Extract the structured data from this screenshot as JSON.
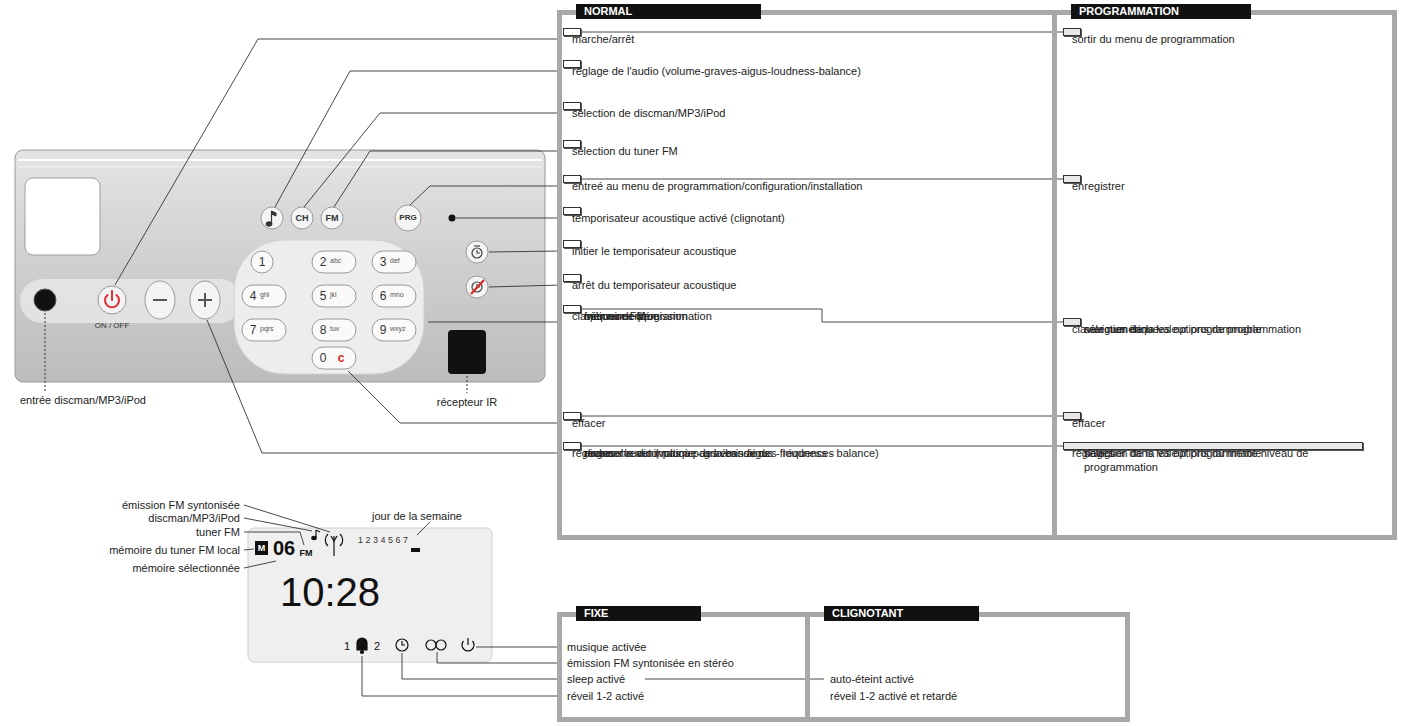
{
  "diagram": {
    "nodes": [
      {
        "text": [
          "NORMAL"
        ]
      },
      {
        "text": [
          "marche/arrêt"
        ],
        "in": 0
      },
      {
        "text": [
          "réglage de l'audio (volume-graves-aigus-loudness-balance)"
        ],
        "in": 0
      },
      {
        "text": [
          "sélection de discman/MP3/iPod"
        ],
        "in": 0
      },
      {
        "text": [
          "sélection du tuner FM"
        ],
        "in": 0
      },
      {
        "text": [
          "entreé au menu de programmation/configuration/installation"
        ],
        "in": 0
      },
      {
        "text": [
          "temporisateur acoustique activé (clignotant)"
        ],
        "in": 0
      },
      {
        "text": [
          "initier le temporisateur acoustique"
        ],
        "in": 0
      },
      {
        "text": [
          "arrêt du temporisateur acoustique"
        ],
        "in": 0
      },
      {
        "text": [
          "clavier numérique",
          "fréquence d'émission",
          "mémoire FM",
          "options de programmation"
        ],
        "in": 0
      },
      {
        "text": [
          "effacer"
        ],
        "in": 0
      },
      {
        "text": [
          "réglages",
          "niveaux audio (volume - graves - aigus - loudness - balance)",
          "recherche automatique des émissions",
          "avancer/revenir pas à pas la bande des fréquences"
        ],
        "in": 0
      },
      {
        "text": [
          "PROGRAMMATION"
        ]
      },
      {
        "text": [
          "sortir du menu de programmation"
        ],
        "in": 12
      },
      {
        "text": [
          "enregistrer"
        ],
        "in": 12
      },
      {
        "text": [
          "clavier numérique",
          "sélection de la valeur programmable",
          "naviguer dans les options de programmation"
        ],
        "in": 12
      },
      {
        "text": [
          "effacer"
        ],
        "in": 12
      },
      {
        "text": [
          "réglages",
          "selection de la valeur programmable",
          "naviguer dans les options du même niveau de programmation"
        ],
        "in": 12
      },
      {
        "text": [
          "FIXE",
          "musique activée",
          "émission FM syntonisée en stéréo",
          "sleep activé",
          "réveil 1-2 activé"
        ]
      },
      {
        "text": [
          "CLIGNOTANT",
          "auto-éteint activé",
          "réveil 1-2 activé et retardé"
        ]
      }
    ],
    "edges": [
      {
        "from": 1,
        "to": 13,
        "arrow": "none"
      },
      {
        "from": 5,
        "to": 14,
        "arrow": "none"
      },
      {
        "from": 9,
        "to": 15,
        "arrow": "none"
      },
      {
        "from": 10,
        "to": 16,
        "arrow": "none"
      },
      {
        "from": 11,
        "to": 17,
        "arrow": "none"
      }
    ],
    "labels": [
      "CH",
      "FM",
      "PRG",
      "1",
      "2",
      "abc",
      "3",
      "def",
      "4",
      "ghi",
      "5",
      "jkl",
      "6",
      "mno",
      "7",
      "pqrs",
      "8",
      "tuv",
      "9",
      "wxyz",
      "0",
      "c",
      "ON / OFF",
      "entrée discman/MP3/iPod",
      "récepteur IR",
      "émission FM syntonisée",
      "discman/MP3/iPod",
      "tuner FM",
      "mémoire du tuner FM local",
      "mémoire sélectionnée",
      "jour de la semaine",
      "M",
      "06",
      "FM",
      "1 2 3 4 5 6 7",
      "10:28",
      "1",
      "2"
    ]
  }
}
